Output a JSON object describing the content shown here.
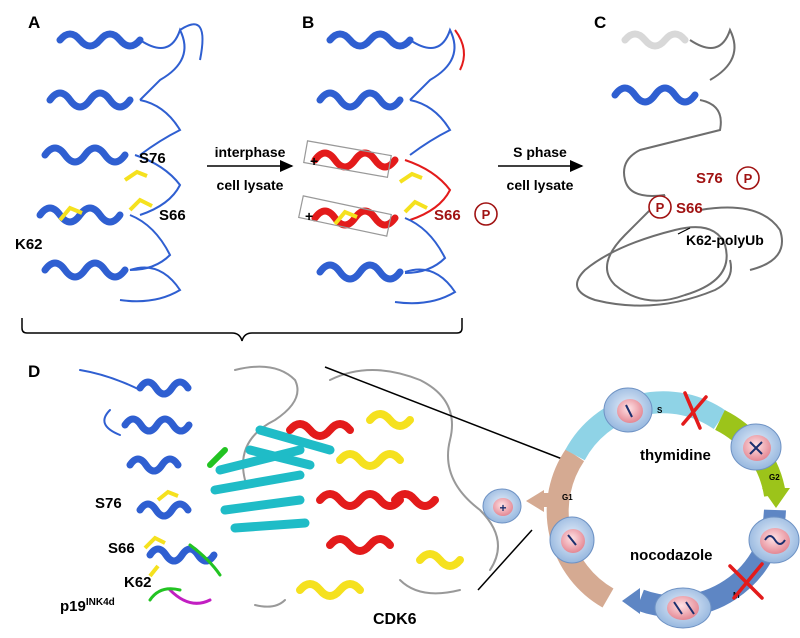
{
  "panels": {
    "A": {
      "letter": "A",
      "residues": {
        "s76": "S76",
        "s66": "S66",
        "k62": "K62"
      }
    },
    "B": {
      "letter": "B",
      "arrow_top": "interphase",
      "arrow_bottom": "cell lysate",
      "s66": "S66",
      "p": "P",
      "plus": "+"
    },
    "C": {
      "letter": "C",
      "arrow_top": "S phase",
      "arrow_bottom": "cell lysate",
      "s76": "S76",
      "s66": "S66",
      "p": "P",
      "k62": "K62-polyUb"
    },
    "D": {
      "letter": "D",
      "s76": "S76",
      "s66": "S66",
      "k62": "K62",
      "p19_base": "p19",
      "p19_sup": "INK4d",
      "cdk6": "CDK6",
      "cycle": {
        "s": "S",
        "g2": "G2",
        "m": "M",
        "g1": "G1",
        "thymidine": "thymidine",
        "nocodazole": "nocodazole",
        "plus": "+"
      }
    }
  },
  "colors": {
    "helix_blue": "#2f5fd1",
    "red": "#e31b1b",
    "dark_red": "#a01212",
    "yellow": "#f5e11e",
    "cyan": "#1fbcc7",
    "green": "#22c322",
    "magenta": "#c21ec2",
    "grey": "#6e6e6e"
  }
}
